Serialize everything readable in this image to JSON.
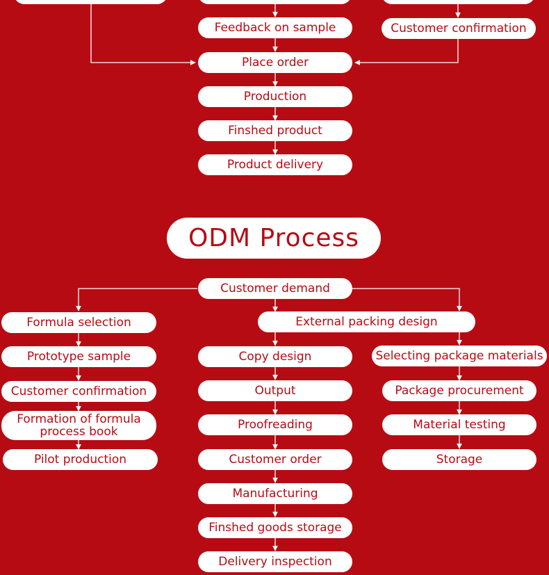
{
  "colors": {
    "background": "#b70b14",
    "box": "#ffffff",
    "text": "#b70b14",
    "line": "#ffffff"
  },
  "oem_top": {
    "left_column": {
      "partial_box_label": ""
    },
    "center_column": {
      "partial_box_label": "",
      "steps": [
        "Feedback on sample",
        "Place order",
        "Production",
        "Finshed product",
        "Product delivery"
      ]
    },
    "right_column": {
      "partial_box_label": "",
      "steps": [
        "Customer confirmation"
      ]
    }
  },
  "odm": {
    "title": "ODM Process",
    "root": "Customer demand",
    "left_branch": [
      "Formula selection",
      "Prototype sample",
      "Customer confirmation",
      "Formation of formula\nprocess book",
      "Pilot production"
    ],
    "packing": {
      "head": "External packing design",
      "center_branch": [
        "Copy design",
        "Output",
        "Proofreading",
        "Customer order",
        "Manufacturing",
        "Finshed goods storage",
        "Delivery  inspection"
      ],
      "right_branch": [
        "Selecting package materials",
        "Package procurement",
        "Material testing",
        "Storage"
      ]
    }
  }
}
